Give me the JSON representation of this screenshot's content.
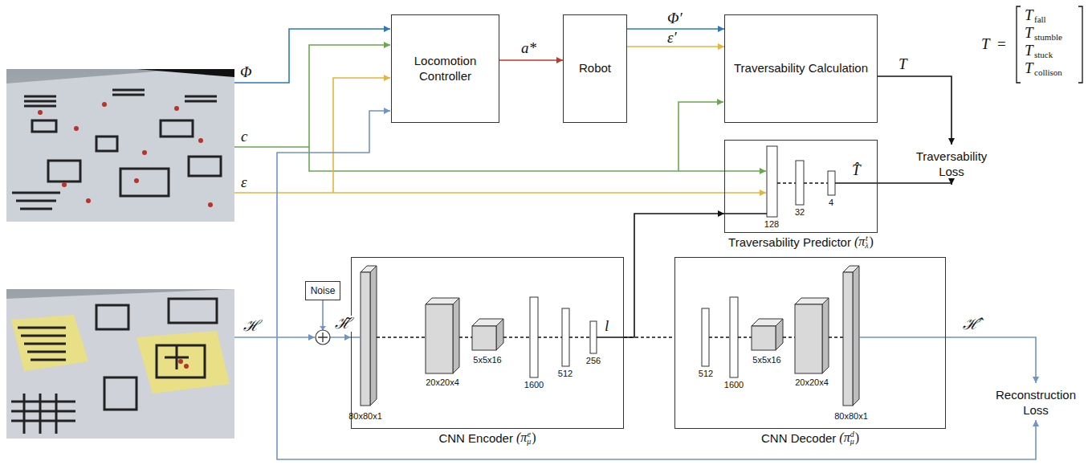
{
  "diagram": {
    "nodes": [
      {
        "text": [
          "Locomotion Controller"
        ]
      },
      {
        "text": [
          "Robot"
        ]
      },
      {
        "text": [
          "Traversability Calculation"
        ]
      },
      {
        "text": [
          "Traversability Loss"
        ]
      },
      {
        "text": [
          "Traversability Predictor",
          "(π",
          "t",
          "λ",
          ")"
        ]
      },
      {
        "text": [
          "Noise"
        ]
      },
      {
        "text": [
          "CNN Encoder",
          "(π",
          "e",
          "μ",
          ")"
        ]
      },
      {
        "text": [
          "CNN Decoder",
          "(π",
          "d",
          "μ",
          ")"
        ]
      },
      {
        "text": [
          "Reconstruction Loss"
        ]
      }
    ],
    "edges": [
      {
        "from": 0,
        "to": 1,
        "arrow": "to",
        "label": "a*"
      },
      {
        "from": 1,
        "to": 2,
        "arrow": "to",
        "label": "Φ′"
      },
      {
        "from": 1,
        "to": 2,
        "arrow": "to",
        "label": "ε′"
      },
      {
        "from": 2,
        "to": 3,
        "arrow": "to",
        "label": "T"
      },
      {
        "from": 4,
        "to": 3,
        "arrow": "to",
        "label": "T̂"
      },
      {
        "from": 6,
        "to": 4,
        "arrow": "to",
        "label": "l"
      },
      {
        "from": 6,
        "to": 7,
        "arrow": "none"
      },
      {
        "from": 5,
        "to": 6,
        "arrow": "to",
        "label": "ℋ̃"
      },
      {
        "from": 7,
        "to": 8,
        "arrow": "to",
        "label": "ℋ̂"
      }
    ],
    "labels": [
      "Φ",
      "c",
      "ε",
      "ℋ",
      "T",
      "=",
      "T",
      "fall",
      "T",
      "stumble",
      "T",
      "stuck",
      "T",
      "collison",
      "80x80x1",
      "20x20x4",
      "5x5x16",
      "1600",
      "512",
      "256",
      "512",
      "1600",
      "5x5x16",
      "20x20x4",
      "80x80x1",
      "128",
      "32",
      "4"
    ]
  }
}
